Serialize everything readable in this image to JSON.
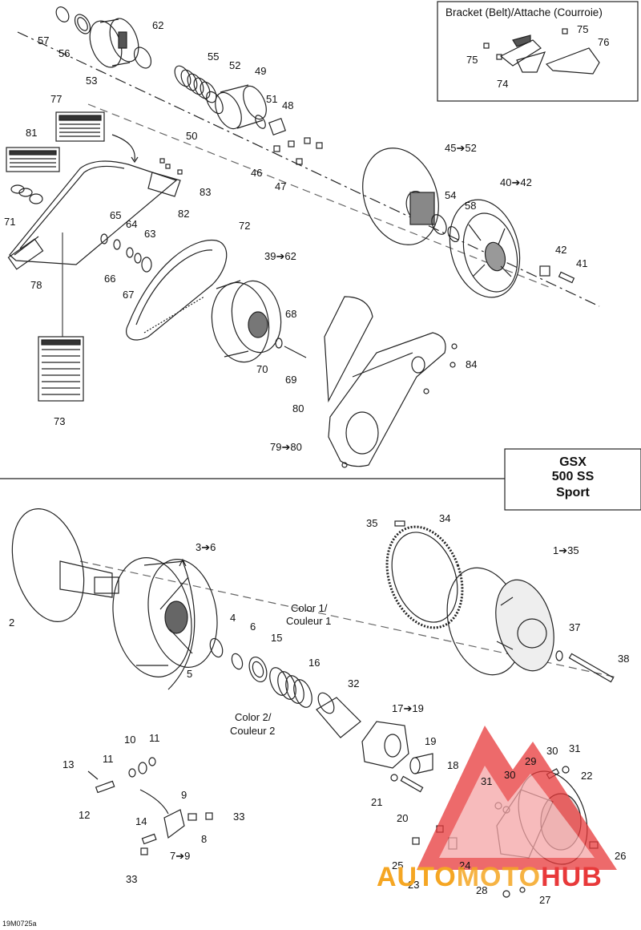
{
  "document_id": "19M0725a",
  "bracket_box": {
    "title": "Bracket (Belt)/Attache (Courroie)"
  },
  "model_box": {
    "line1": "GSX",
    "line2": "500 SS",
    "line3": "Sport"
  },
  "colors": {
    "line": "#222222",
    "watermark_red": "#e8393a",
    "watermark_orange": "#f5a623"
  },
  "watermark": {
    "part1": "AUTO",
    "part2": "MOTO",
    "part3": "HUB"
  },
  "callouts_top": {
    "c57": "57",
    "c56": "56",
    "c53": "53",
    "c62": "62",
    "c55": "55",
    "c52": "52",
    "c49": "49",
    "c51": "51",
    "c48": "48",
    "c50": "50",
    "c46": "46",
    "c47": "47",
    "c45_52": "45➔52",
    "c54": "54",
    "c58": "58",
    "c40_42": "40➔42",
    "c42": "42",
    "c41": "41",
    "c77": "77",
    "c81": "81",
    "c83": "83",
    "c82": "82",
    "c71": "71",
    "c65": "65",
    "c64": "64",
    "c63": "63",
    "c66": "66",
    "c67": "67",
    "c78": "78",
    "c72": "72",
    "c39_62": "39➔62",
    "c68": "68",
    "c70": "70",
    "c69": "69",
    "c84": "84",
    "c80": "80",
    "c79_80": "79➔80",
    "c73": "73",
    "c75a": "75",
    "c76": "76",
    "c75b": "75",
    "c74": "74"
  },
  "callouts_bottom": {
    "c2": "2",
    "c3_6": "3➔6",
    "c4": "4",
    "c6": "6",
    "c5": "5",
    "c15": "15",
    "color1": "Color 1/",
    "couleur1": "Couleur 1",
    "c16": "16",
    "color2": "Color 2/",
    "couleur2": "Couleur 2",
    "c32": "32",
    "c17_19": "17➔19",
    "c19": "19",
    "c18": "18",
    "c21": "21",
    "c20": "20",
    "c35": "35",
    "c34": "34",
    "c1_35": "1➔35",
    "c37": "37",
    "c38": "38",
    "c10": "10",
    "c11a": "11",
    "c11b": "11",
    "c13": "13",
    "c12": "12",
    "c9": "9",
    "c33a": "33",
    "c14": "14",
    "c8": "8",
    "c7_9": "7➔9",
    "c33b": "33",
    "c29": "29",
    "c30a": "30",
    "c31a": "31",
    "c31b": "31",
    "c30b": "30",
    "c22": "22",
    "c26": "26",
    "c25": "25",
    "c24": "24",
    "c23": "23",
    "c28": "28",
    "c27": "27"
  }
}
